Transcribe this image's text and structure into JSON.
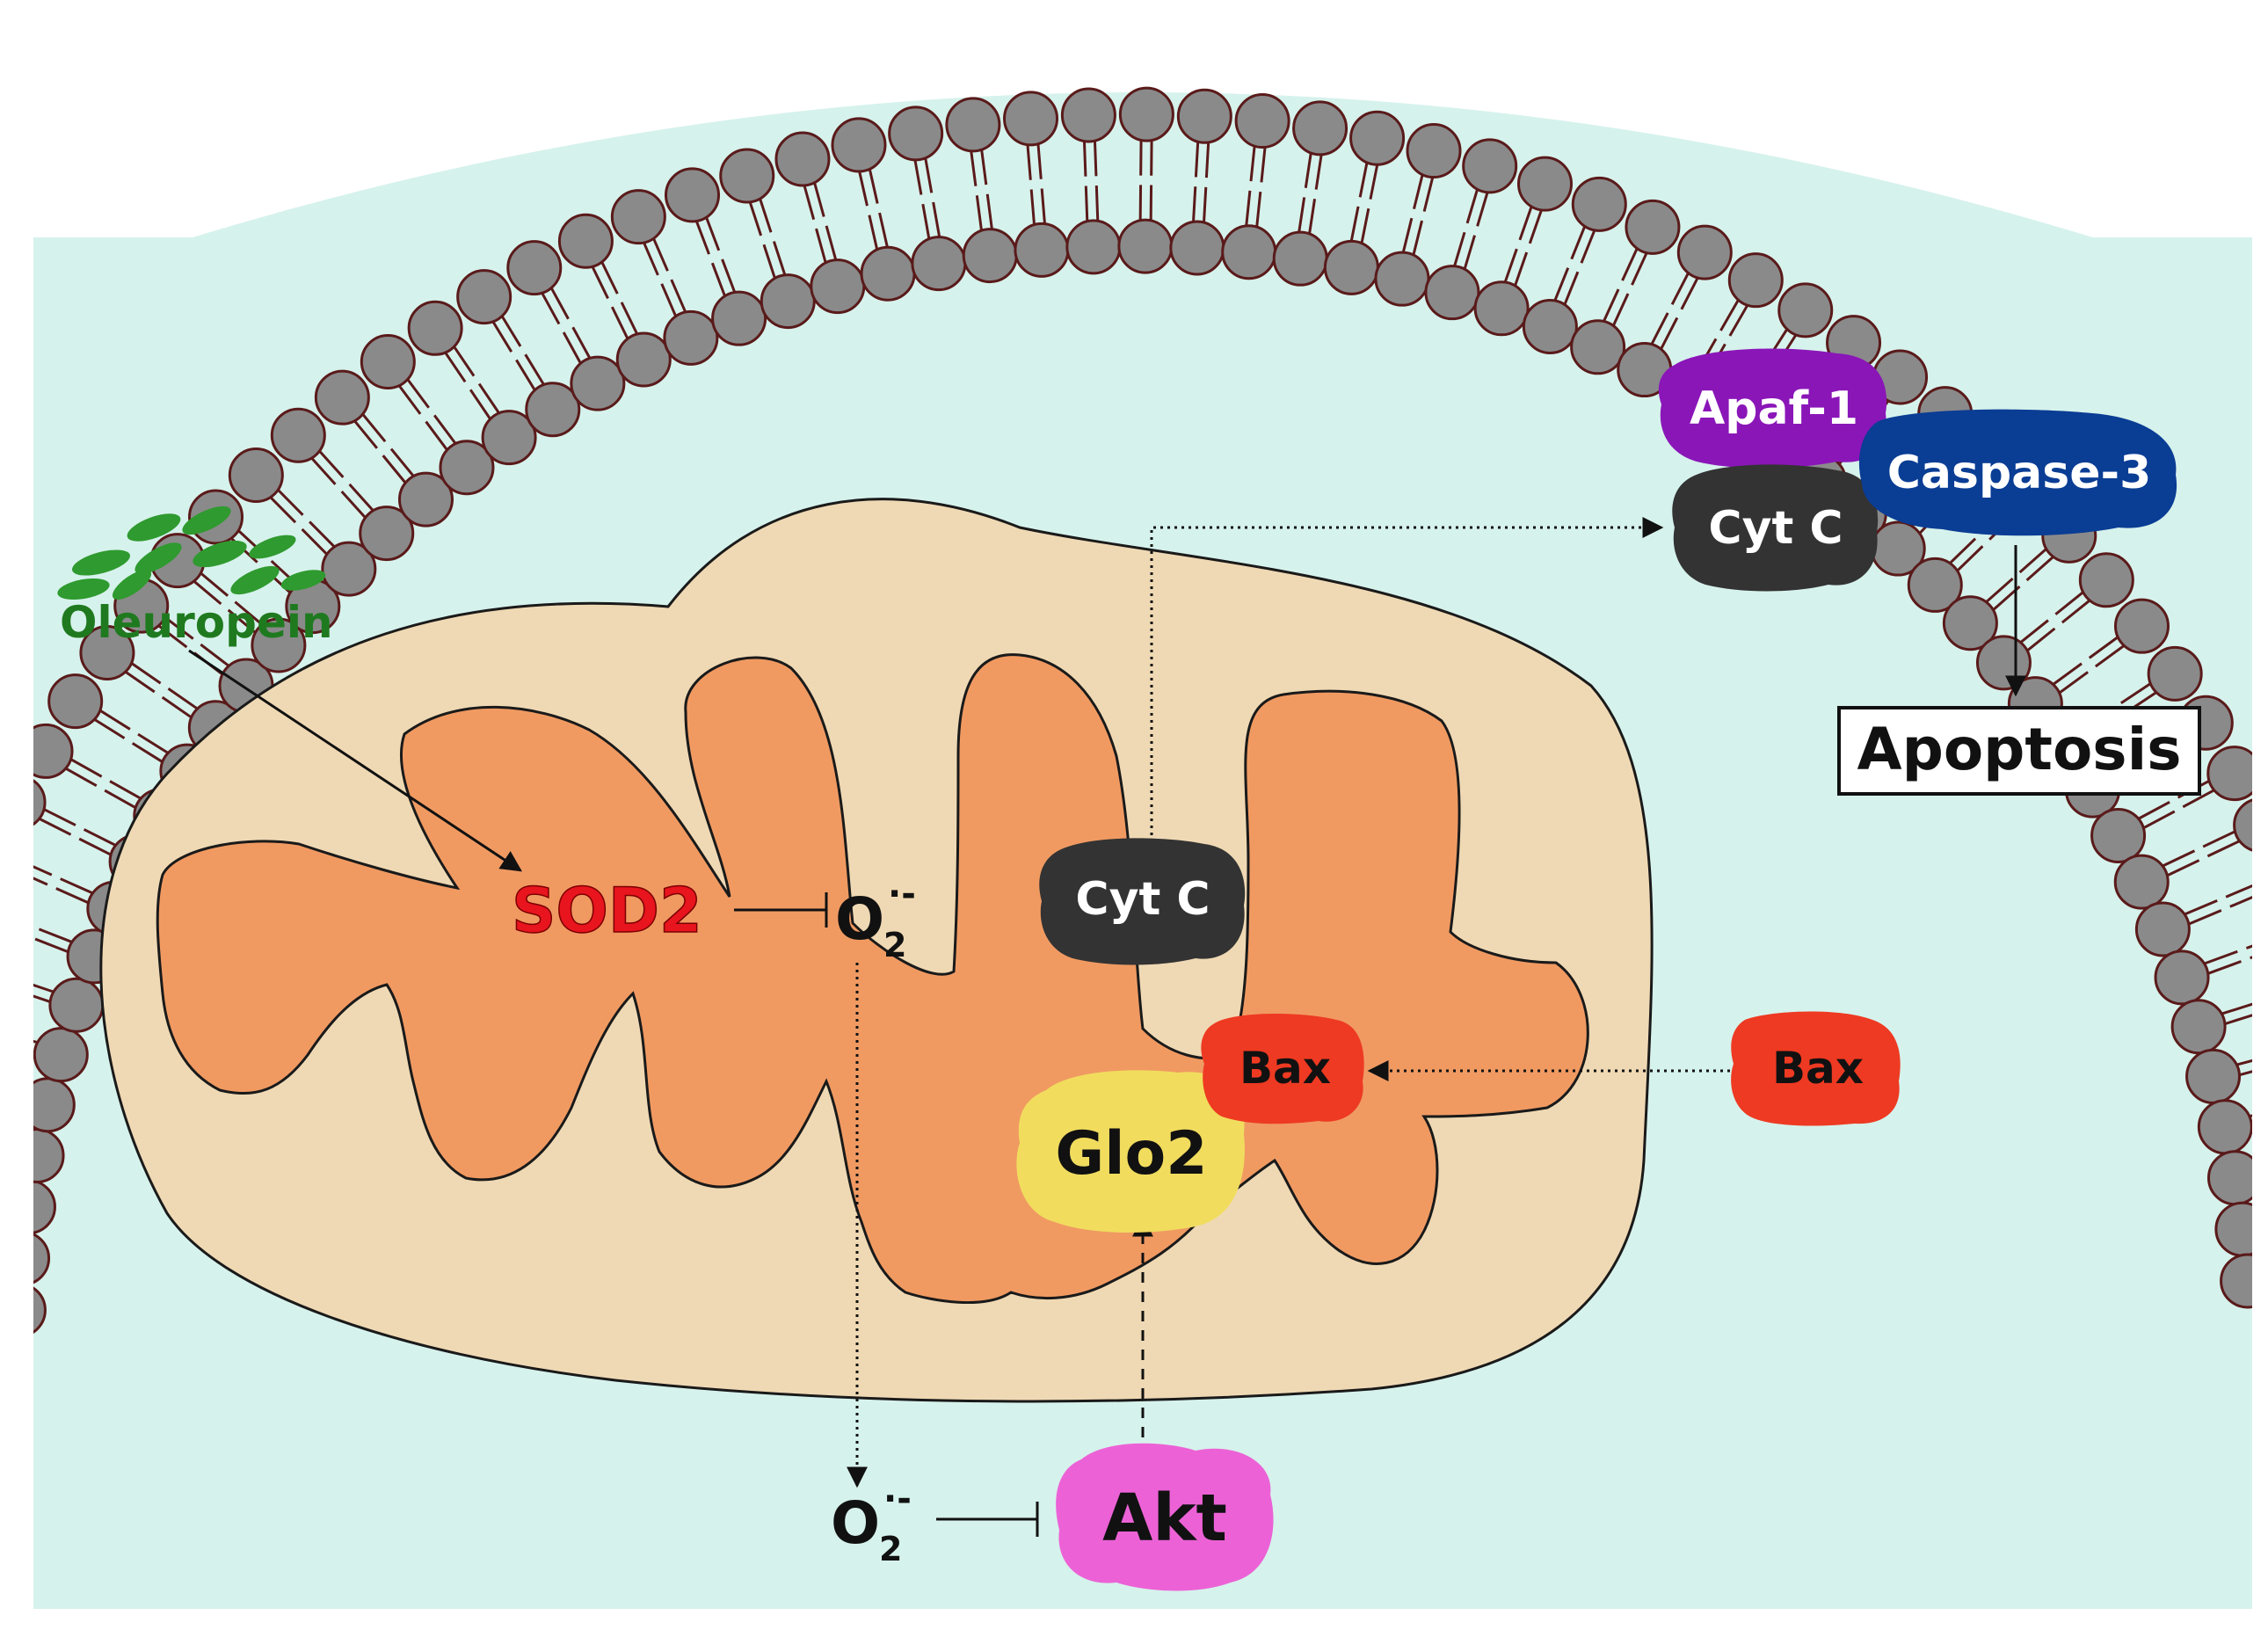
{
  "labels": {
    "oleuropein": "Oleuropein",
    "sod2": "SOD2",
    "superoxide_inner": {
      "base": "O",
      "subscript": "2",
      "superscript": "·-"
    },
    "superoxide_outer": {
      "base": "O",
      "subscript": "2",
      "superscript": "·-"
    },
    "cytc_inner": "Cyt C",
    "cytc_outer": "Cyt C",
    "apaf1": "Apaf-1",
    "caspase3": "Caspase-3",
    "apoptosis": "Apoptosis",
    "bax_inner": "Bax",
    "bax_outer": "Bax",
    "glo2": "Glo2",
    "akt": "Akt"
  },
  "colors": {
    "cytoplasm": "#d6f2ec",
    "membrane_head": "#8a8a8a",
    "membrane_outline": "#5a1a1a",
    "mito_outer": "#efd9b4",
    "mito_inner": "#f09a62",
    "oleuropein": "#1f7a1f",
    "leaf": "#2f9a2f",
    "sod2": "#e8141e",
    "cytc": "#333333",
    "apaf1": "#8a16b8",
    "caspase3": "#0a3d94",
    "bax": "#ee3a22",
    "glo2": "#f1dc5e",
    "akt": "#ec62d6"
  }
}
